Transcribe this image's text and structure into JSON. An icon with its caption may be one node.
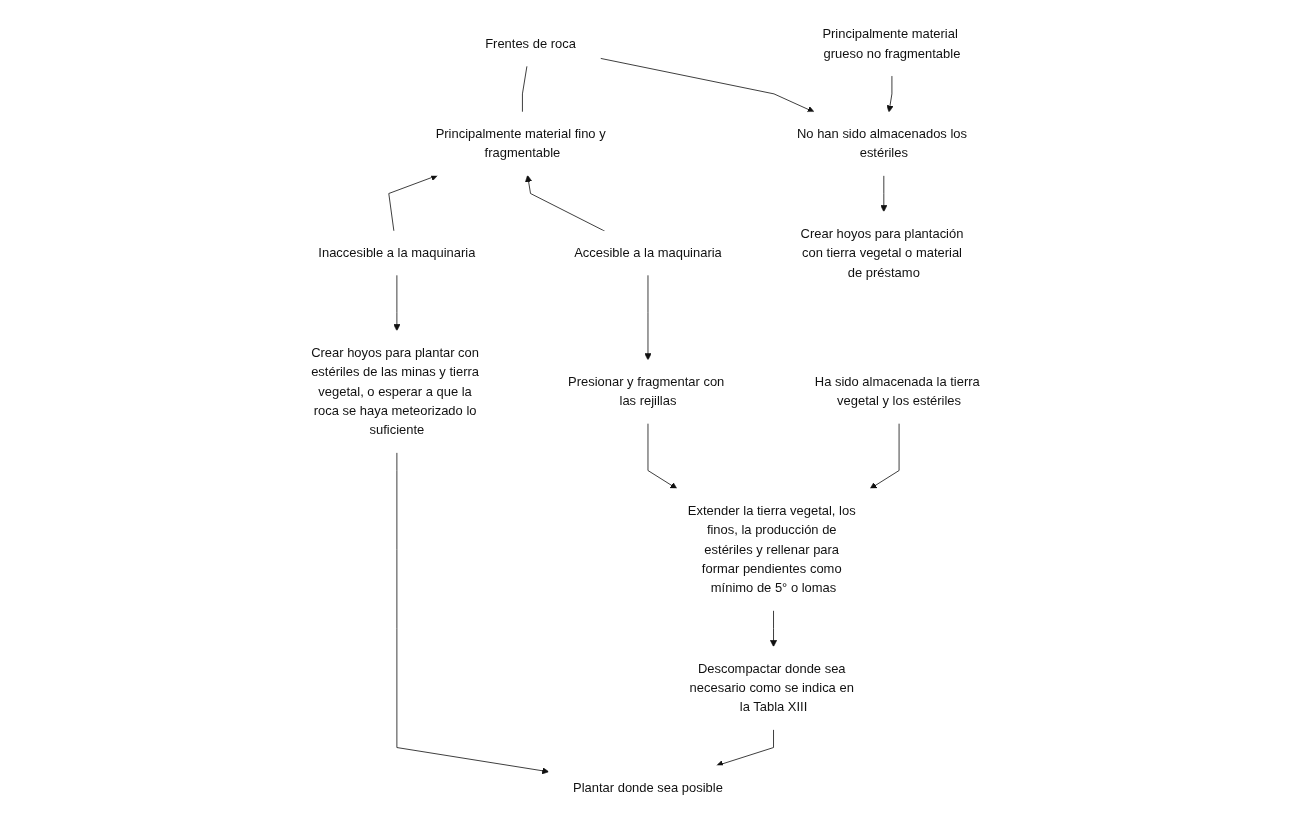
{
  "diagram": {
    "nodes": [
      {
        "text": [
          "Principalmente material grueso no fragmentable"
        ]
      },
      {
        "text": [
          "Principalmente material fino y fragmentable"
        ]
      },
      {
        "text": [
          "Frentes de roca"
        ]
      },
      {
        "text": [
          "Accesible a la maquinaria"
        ]
      },
      {
        "text": [
          "Inaccesible a la maquinaria"
        ]
      },
      {
        "text": [
          "No han sido almacenados los estériles"
        ]
      },
      {
        "text": [
          "Ha sido almacenada la tierra vegetal y los estériles"
        ]
      },
      {
        "text": [
          "Presionar y fragmentar con las rejillas"
        ]
      },
      {
        "text": [
          "Crear hoyos para plantar con estériles de las minas y tierra vegetal, o esperar a que la roca se haya meteorizado lo suficiente"
        ]
      },
      {
        "text": [
          "Crear hoyos para plantación con tierra vegetal o material de préstamo"
        ]
      },
      {
        "text": [
          "Extender la tierra vegetal, los finos, la producción de estériles y rellenar para formar pendientes como mínimo de 5° o lomas"
        ]
      },
      {
        "text": [
          "Descompactar donde sea necesario como se indica en la Tabla XIII"
        ]
      },
      {
        "text": [
          "Plantar donde sea posible"
        ]
      }
    ],
    "edges": [
      {
        "from": 2,
        "to": 1,
        "arrow": "none"
      },
      {
        "from": 0,
        "to": 5,
        "arrow": "to"
      },
      {
        "from": 2,
        "to": 5,
        "arrow": "to"
      },
      {
        "from": 3,
        "to": 1,
        "arrow": "to"
      },
      {
        "from": 4,
        "to": 1,
        "arrow": "to"
      },
      {
        "from": 3,
        "to": 7,
        "arrow": "to"
      },
      {
        "from": 4,
        "to": 8,
        "arrow": "to"
      },
      {
        "from": 5,
        "to": 9,
        "arrow": "to"
      },
      {
        "from": 6,
        "to": 10,
        "arrow": "to"
      },
      {
        "from": 7,
        "to": 10,
        "arrow": "to"
      },
      {
        "from": 10,
        "to": 11,
        "arrow": "to"
      },
      {
        "from": 11,
        "to": 12,
        "arrow": "to"
      },
      {
        "from": 8,
        "to": 12,
        "arrow": "to"
      }
    ]
  }
}
